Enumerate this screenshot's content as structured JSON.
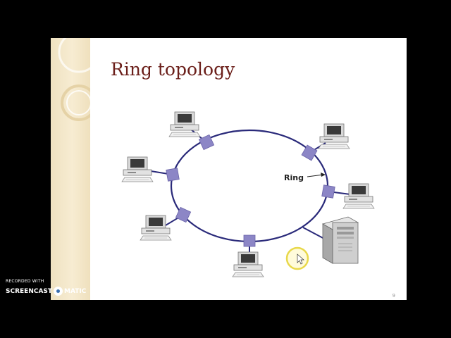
{
  "slide": {
    "title": "Ring topology",
    "page_number": "9"
  },
  "diagram": {
    "ring_label": "Ring",
    "ring_color": "#2a2a7a",
    "connector_color": "#8c86c6",
    "nodes": [
      {
        "name": "computer-top-left",
        "kind": "computer"
      },
      {
        "name": "computer-top-right",
        "kind": "computer"
      },
      {
        "name": "computer-left",
        "kind": "computer"
      },
      {
        "name": "computer-right",
        "kind": "computer"
      },
      {
        "name": "computer-lower-left",
        "kind": "computer"
      },
      {
        "name": "computer-bottom",
        "kind": "computer"
      },
      {
        "name": "server-tower",
        "kind": "server"
      }
    ]
  },
  "watermark": {
    "line1": "RECORDED WITH",
    "line2_a": "SCREENCAST",
    "line2_b": "MATIC"
  }
}
